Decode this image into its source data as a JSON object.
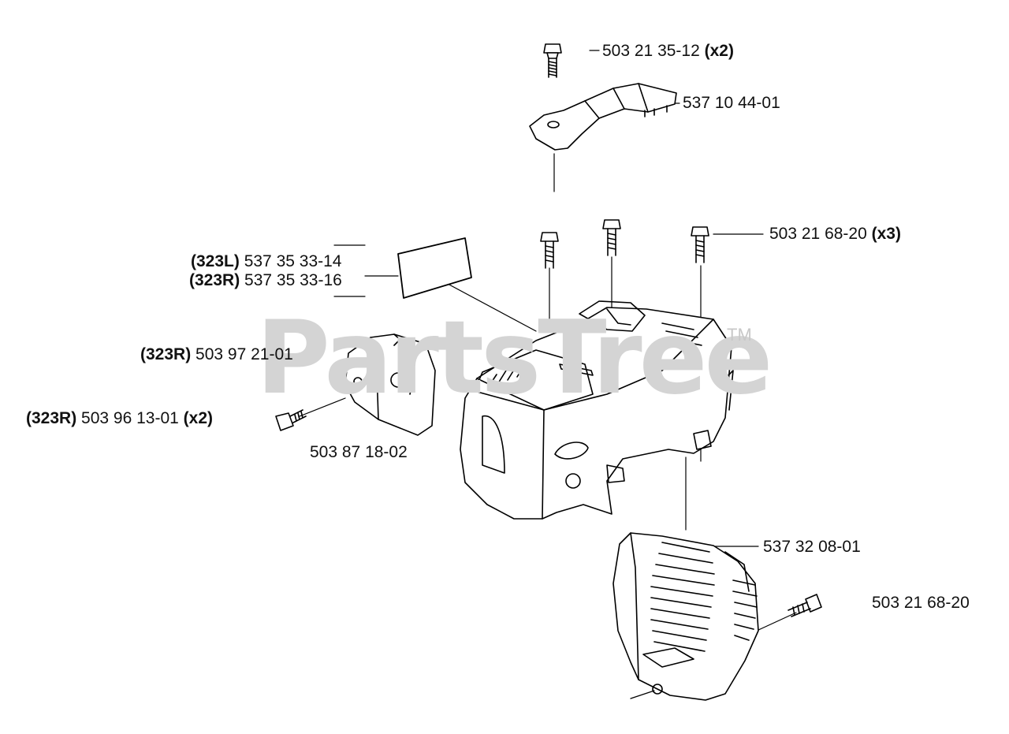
{
  "watermark": {
    "text": "PartsTree",
    "trademark": "TM"
  },
  "callouts": [
    {
      "id": "screw-top",
      "prefix": "",
      "part": "503 21 35-12",
      "suffix": "(x2)"
    },
    {
      "id": "handle-bracket",
      "prefix": "",
      "part": "537 10 44-01",
      "suffix": ""
    },
    {
      "id": "screw-cover",
      "prefix": "",
      "part": "503 21 68-20",
      "suffix": "(x3)"
    },
    {
      "id": "decal-323l",
      "prefix": "(323L)",
      "part": "537 35 33-14",
      "suffix": ""
    },
    {
      "id": "decal-323r",
      "prefix": "(323R)",
      "part": "537 35 33-16",
      "suffix": ""
    },
    {
      "id": "filter-holder",
      "prefix": "(323R)",
      "part": "503 97 21-01",
      "suffix": ""
    },
    {
      "id": "screw-filter",
      "prefix": "(323R)",
      "part": "503 96 13-01",
      "suffix": "(x2)"
    },
    {
      "id": "air-filter",
      "prefix": "",
      "part": "503 87 18-02",
      "suffix": ""
    },
    {
      "id": "cylinder-cover",
      "prefix": "",
      "part": "537 32 08-01",
      "suffix": ""
    },
    {
      "id": "screw-side",
      "prefix": "",
      "part": "503 21 68-20",
      "suffix": ""
    }
  ]
}
